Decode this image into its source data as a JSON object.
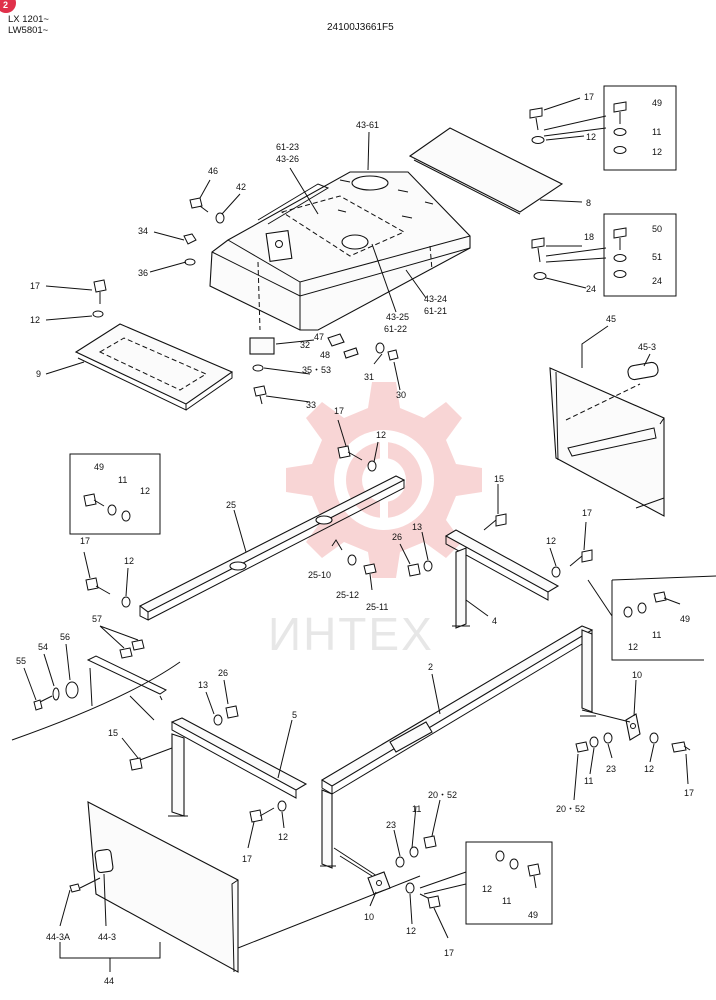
{
  "header": {
    "models_line1": "LX 1201~",
    "models_line2": "LW5801~",
    "drawing_code": "24100J3661F5",
    "badge_number": "2"
  },
  "watermark": {
    "text": "ИНТЕХ"
  },
  "colors": {
    "ink": "#111111",
    "watermark": "#f4b3b3",
    "badge": "#e0304a"
  },
  "callouts": {
    "c17a": "17",
    "c49a": "49",
    "c12a": "12",
    "c11a": "11",
    "c12b": "12",
    "c8": "8",
    "c43_61": "43-61",
    "c61_23": "61-23",
    "c43_26": "43-26",
    "c46": "46",
    "c42": "42",
    "c34": "34",
    "c36": "36",
    "c17b": "17",
    "c12c": "12",
    "c9": "9",
    "c18": "18",
    "c50": "50",
    "c51": "51",
    "c24a": "24",
    "c24b": "24",
    "c43_24": "43-24",
    "c61_21": "61-21",
    "c43_25": "43-25",
    "c61_22": "61-22",
    "c47": "47",
    "c48": "48",
    "c32": "32",
    "c35_53": "35・53",
    "c33": "33",
    "c31": "31",
    "c30": "30",
    "c45": "45",
    "c45_3": "45-3",
    "c17c": "17",
    "c12d": "12",
    "c49b": "49",
    "c11b": "11",
    "c12e": "12",
    "c25": "25",
    "c15a": "15",
    "c13a": "13",
    "c26a": "26",
    "c17d": "17",
    "c12f": "12",
    "c25_10": "25-10",
    "c25_12": "25-12",
    "c25_11": "25-11",
    "c4": "4",
    "c17e": "17",
    "c12g": "12",
    "c57": "57",
    "c56": "56",
    "c54": "54",
    "c55": "55",
    "c26b": "26",
    "c13b": "13",
    "c12h": "12",
    "c11c": "11",
    "c49c": "49",
    "c2": "2",
    "c10a": "10",
    "c15b": "15",
    "c5": "5",
    "c23a": "23",
    "c11d": "11",
    "c12i": "12",
    "c17f": "17",
    "c20_52a": "20・52",
    "c20_52b": "20・52",
    "c11e": "11",
    "c23b": "23",
    "c17g": "17",
    "c12j": "12",
    "c12k": "12",
    "c11f": "11",
    "c49d": "49",
    "c10b": "10",
    "c12l": "12",
    "c17h": "17",
    "c44_3a": "44-3A",
    "c44_3": "44-3",
    "c44": "44"
  }
}
